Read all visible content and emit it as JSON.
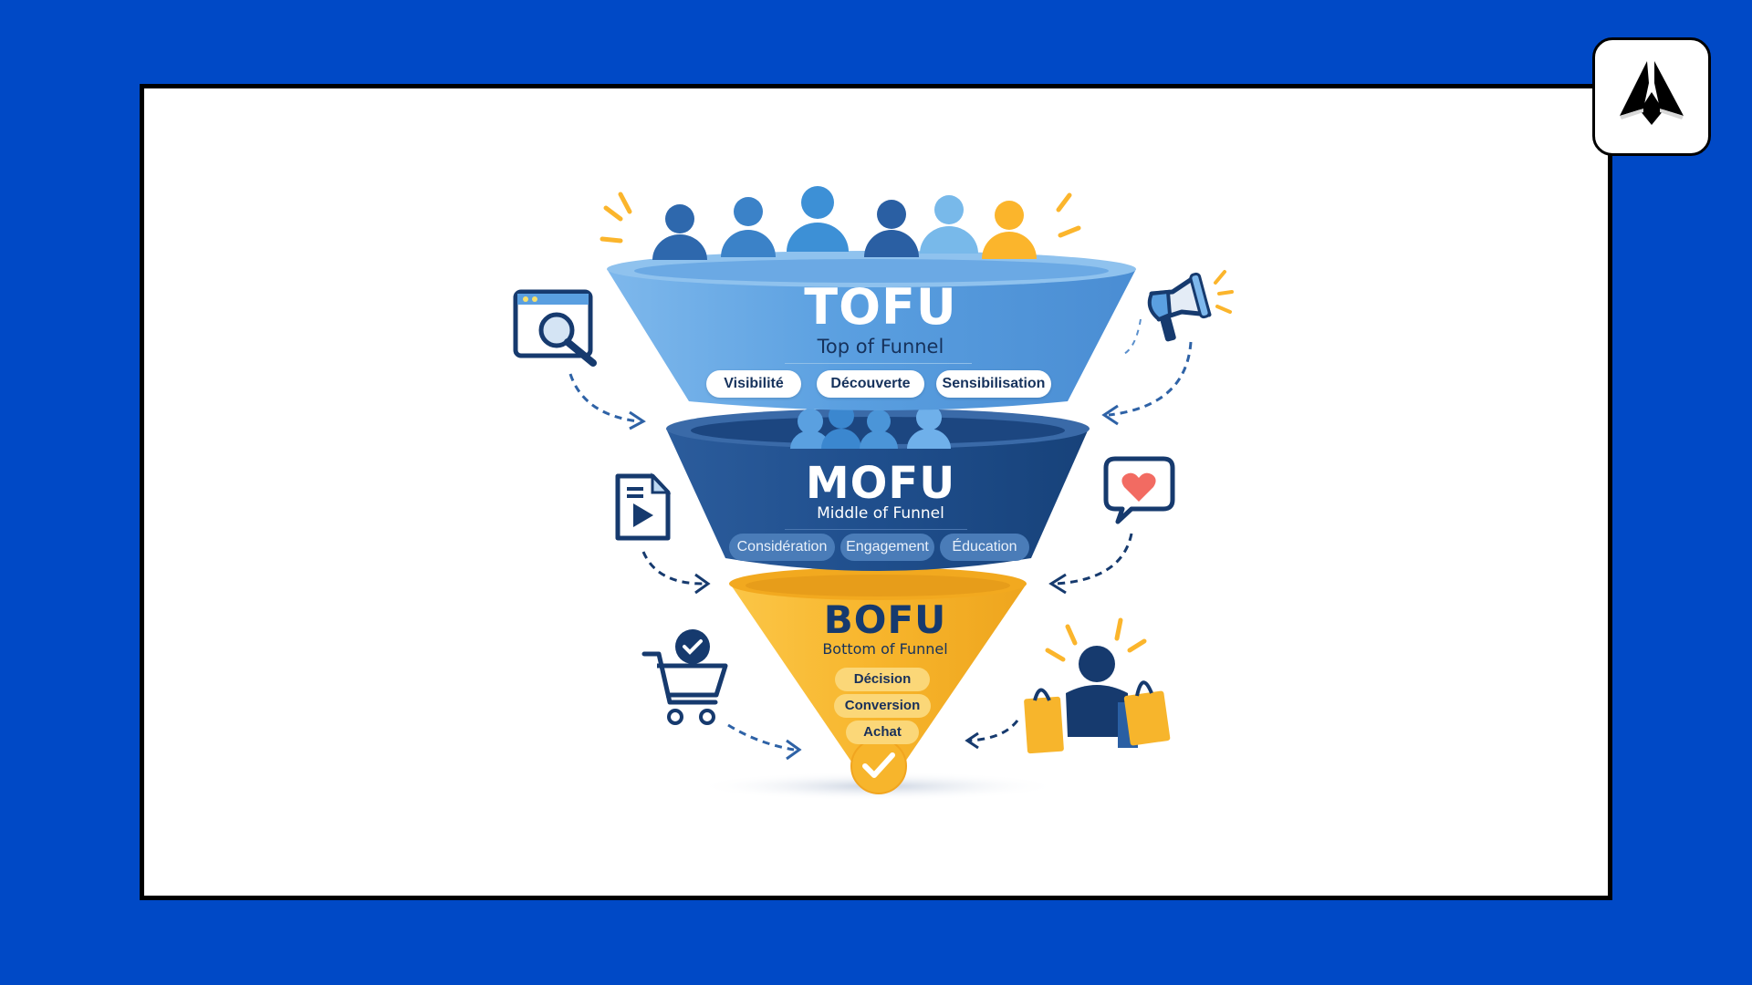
{
  "brand": {
    "background_color": "#0049c6",
    "card_color": "#ffffff",
    "card_border_color": "#000000",
    "logo": "arrowhead-logo-icon"
  },
  "funnel": {
    "stages": [
      {
        "id": "tofu",
        "title": "TOFU",
        "subtitle": "Top of Funnel",
        "color": "#5a9fe0",
        "title_color": "#ffffff",
        "subtitle_color": "#16325c",
        "tags": [
          "Visibilité",
          "Découverte",
          "Sensibilisation"
        ],
        "left_icon": "browser-search-icon",
        "right_icon": "megaphone-icon"
      },
      {
        "id": "mofu",
        "title": "MOFU",
        "subtitle": "Middle of Funnel",
        "color": "#1f4e8c",
        "title_color": "#ffffff",
        "subtitle_color": "#ffffff",
        "tags": [
          "Considération",
          "Engagement",
          "Éducation"
        ],
        "left_icon": "video-document-icon",
        "right_icon": "heart-chat-icon"
      },
      {
        "id": "bofu",
        "title": "BOFU",
        "subtitle": "Bottom of Funnel",
        "color": "#f7b52c",
        "title_color": "#163a6e",
        "subtitle_color": "#16325c",
        "tags": [
          "Décision",
          "Conversion",
          "Achat"
        ],
        "left_icon": "shopping-cart-check-icon",
        "right_icon": "happy-shopper-icon"
      }
    ],
    "bottom_badge": "checkmark-icon",
    "audience_icons": [
      "person-icon",
      "person-icon",
      "person-icon",
      "person-icon",
      "person-icon",
      "person-icon"
    ]
  }
}
